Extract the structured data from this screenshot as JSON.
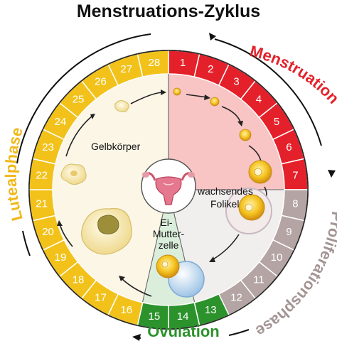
{
  "title": "Menstruations-Zyklus",
  "phases": {
    "menstruation": "Menstruation",
    "proliferation": "Proliferationsphase",
    "ovulation": "Ovulation",
    "luteal": "Lutealphase"
  },
  "labels": {
    "corpus_luteum": "Gelbkörper",
    "follicle_line1": "wachsendes",
    "follicle_line2": "Folikel",
    "egg_line1": "Ei-",
    "egg_line2": "Mutter-",
    "egg_line3": "zelle"
  },
  "days": [
    "1",
    "2",
    "3",
    "4",
    "5",
    "6",
    "7",
    "8",
    "9",
    "10",
    "11",
    "12",
    "13",
    "14",
    "15",
    "16",
    "17",
    "18",
    "19",
    "20",
    "21",
    "22",
    "23",
    "24",
    "25",
    "26",
    "27",
    "28"
  ],
  "colors": {
    "menstruation_ring": "#e4212b",
    "menstruation_sector": "#f8c4c4",
    "proliferation_ring": "#b4a4a4",
    "proliferation_sector": "#f1eeee",
    "ovulation_ring": "#2c922c",
    "ovulation_sector": "#dbeedb",
    "luteal_ring": "#f2c21b",
    "luteal_sector": "#fbf6e6",
    "luteal_text": "#f0b81a",
    "ovulation_text": "#2c922c",
    "proliferation_text": "#a49494",
    "menstruation_text": "#e4212b"
  }
}
